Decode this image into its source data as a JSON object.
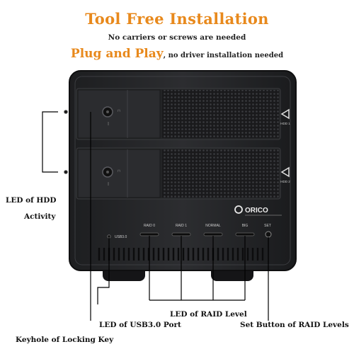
{
  "header": {
    "title": "Tool Free Installation",
    "subtitle": "No carriers or screws are needed",
    "plug_play": "Plug and Play",
    "plug_play_note": ", no driver installation needed"
  },
  "device": {
    "brand": "ORICO",
    "bay1_label": "HDD 1",
    "bay2_label": "HDD 2",
    "usb_label": "USB3.0",
    "raid_leds": [
      "RAID 0",
      "RAID 1",
      "NORMAL",
      "BIG",
      "SET"
    ]
  },
  "callouts": {
    "hdd_led_line1": "LED of HDD",
    "hdd_led_line2": "Activity",
    "usb_led": "LED of USB3.0 Port",
    "raid_led": "LED of RAID Level",
    "set_button": "Set Button of RAID Levels",
    "keyhole": "Keyhole of Locking Key"
  },
  "colors": {
    "accent": "#e8891c",
    "device_body": "#2a2b2e",
    "device_frame": "#1b1c1e"
  }
}
